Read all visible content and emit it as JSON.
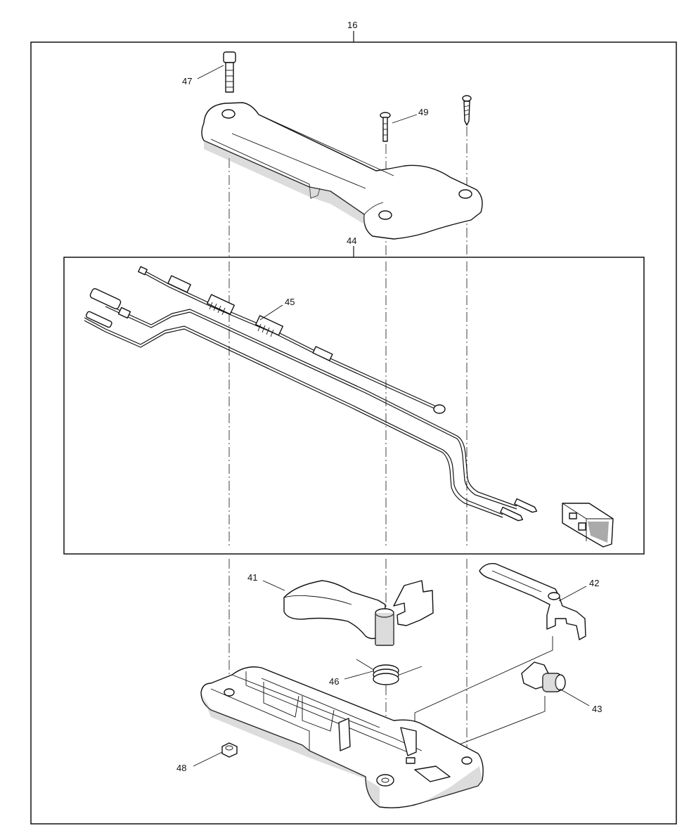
{
  "callouts": {
    "p16": "16",
    "p44": "44",
    "p47": "47",
    "p49": "49",
    "p45": "45",
    "p41": "41",
    "p42": "42",
    "p46": "46",
    "p43": "43",
    "p48": "48"
  },
  "icons": [
    "bolt-icon",
    "screw-icon",
    "nut-icon",
    "spring-icon",
    "switch-icon"
  ]
}
